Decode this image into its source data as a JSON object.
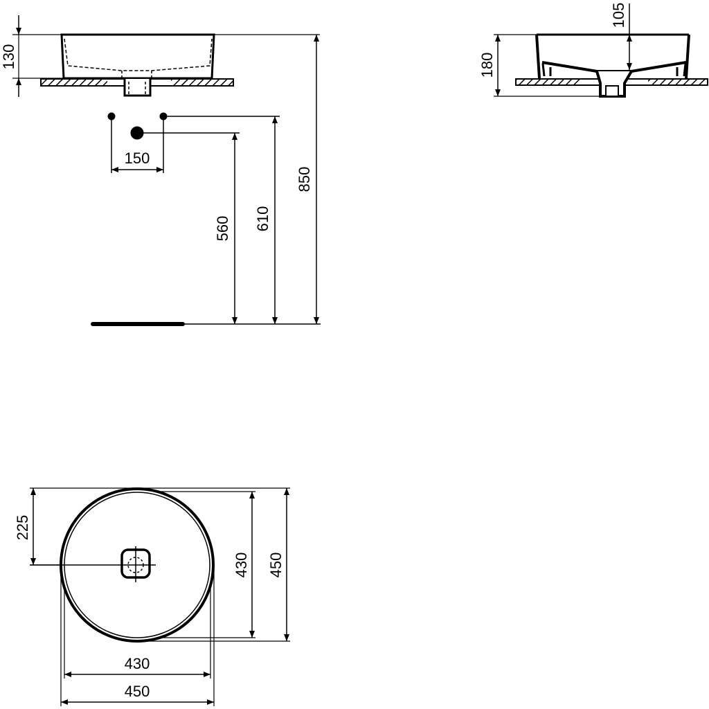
{
  "drawing": {
    "type": "washbasin technical dimension drawing",
    "units": "mm",
    "colors": {
      "line": "#000000",
      "background": "#ffffff"
    }
  },
  "front_view": {
    "basin_height": "130",
    "tap_hole_spacing": "150",
    "waste_height": "560",
    "supply_height": "610",
    "counter_height": "850"
  },
  "side_section": {
    "inner_depth": "105",
    "overall_height": "180"
  },
  "plan_view": {
    "waste_offset": "225",
    "inner_depth_v": "430",
    "outer_depth_v": "450",
    "inner_width_h": "430",
    "outer_width_h": "450"
  }
}
